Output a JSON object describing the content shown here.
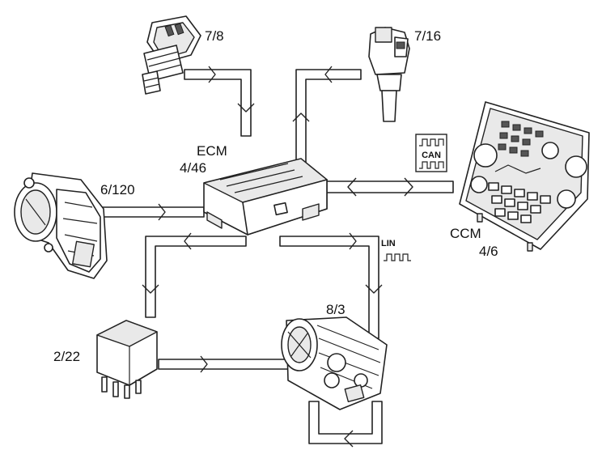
{
  "labels": {
    "sensor_pressure": "7/8",
    "sensor_temp": "7/16",
    "ecm_name": "ECM",
    "ecm_code": "4/46",
    "throttle": "6/120",
    "ccm_name": "CCM",
    "ccm_code": "4/6",
    "compressor": "8/3",
    "relay": "2/22",
    "can": "CAN",
    "lin": "LIN"
  },
  "icons": [
    "pressure-sensor-icon",
    "temperature-sensor-icon",
    "ecm-module-icon",
    "throttle-body-icon",
    "climate-control-panel-icon",
    "ac-compressor-icon",
    "relay-icon",
    "can-signal-icon",
    "lin-signal-icon"
  ]
}
